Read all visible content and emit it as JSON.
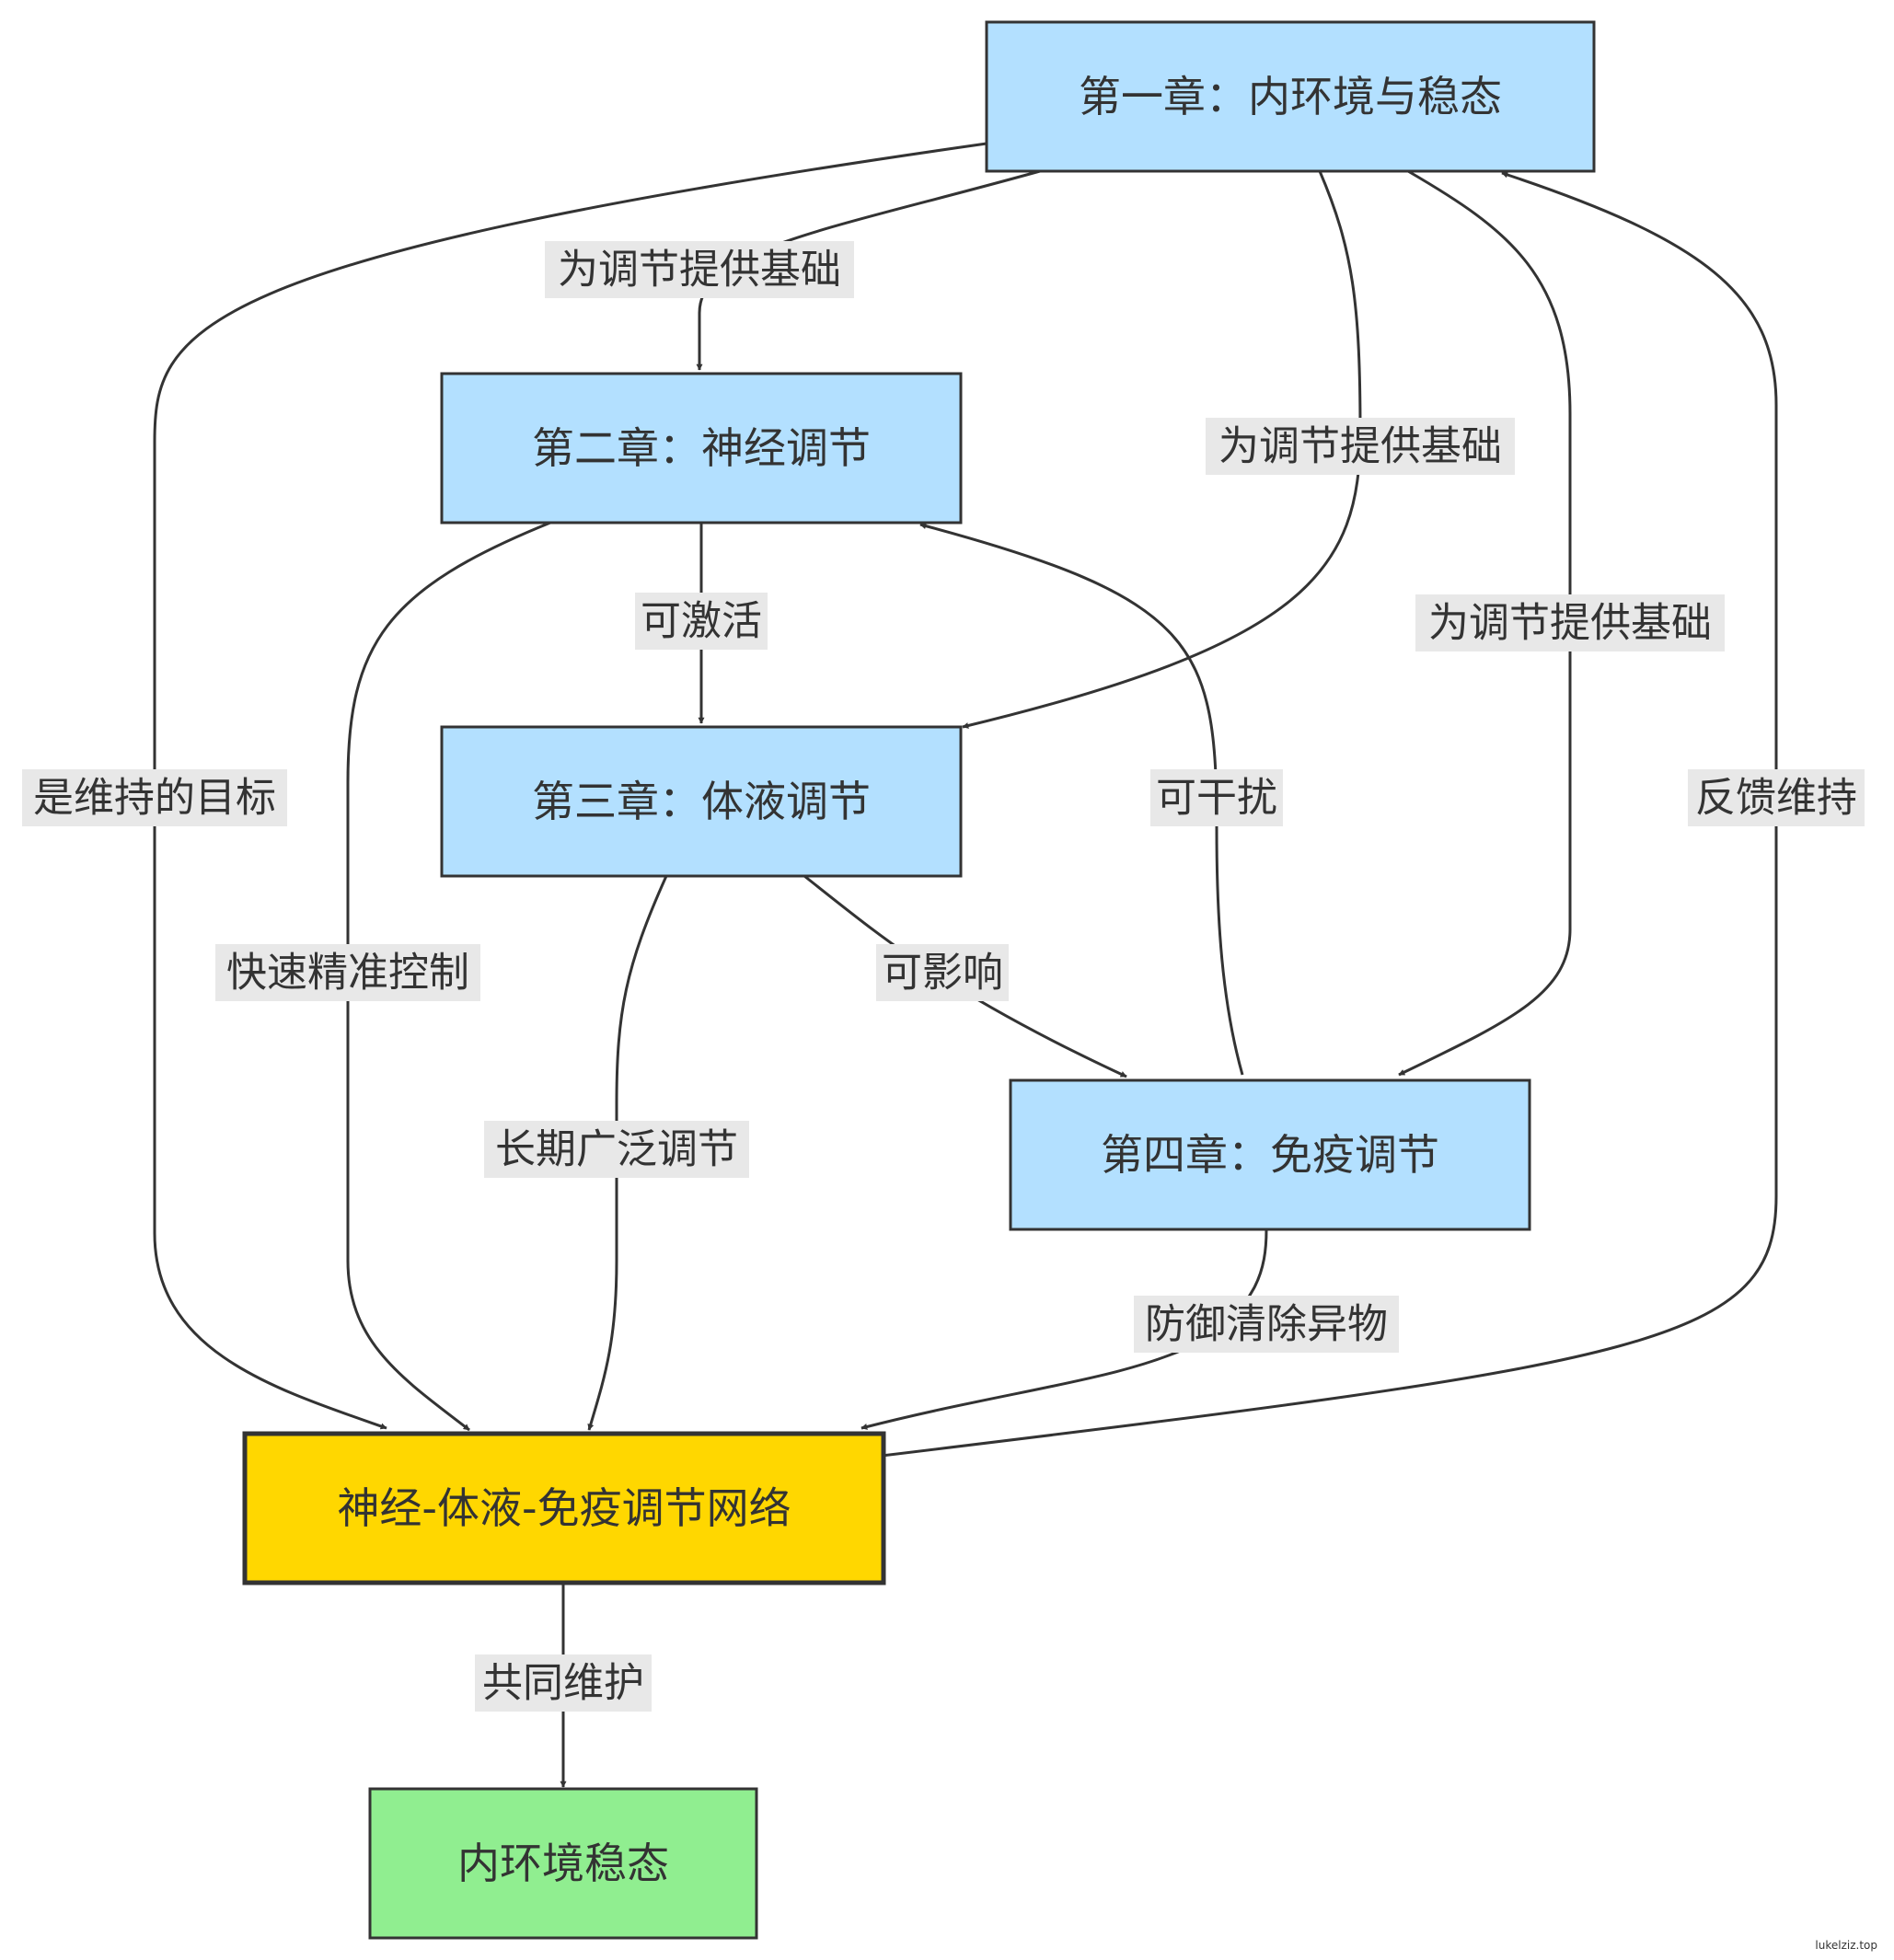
{
  "nodes": {
    "ch1": {
      "label": "第一章：内环境与稳态",
      "fill": "#b3e0ff",
      "stroke": "#333333"
    },
    "ch2": {
      "label": "第二章：神经调节",
      "fill": "#b3e0ff",
      "stroke": "#333333"
    },
    "ch3": {
      "label": "第三章：体液调节",
      "fill": "#b3e0ff",
      "stroke": "#333333"
    },
    "ch4": {
      "label": "第四章：免疫调节",
      "fill": "#b3e0ff",
      "stroke": "#333333"
    },
    "net": {
      "label": "神经-体液-免疫调节网络",
      "fill": "#ffd700",
      "stroke": "#333333"
    },
    "homeo": {
      "label": "内环境稳态",
      "fill": "#90ee90",
      "stroke": "#333333"
    }
  },
  "edges": {
    "ch1_ch2": "为调节提供基础",
    "ch1_ch3": "为调节提供基础",
    "ch1_ch4": "为调节提供基础",
    "ch1_net": "是维持的目标",
    "ch2_ch3": "可激活",
    "ch2_net": "快速精准控制",
    "ch3_net": "长期广泛调节",
    "ch3_ch4": "可影响",
    "ch4_ch2": "可干扰",
    "ch4_net": "防御清除异物",
    "net_ch1": "反馈维持",
    "net_homeo": "共同维护"
  },
  "watermark": "lukelziz.top"
}
